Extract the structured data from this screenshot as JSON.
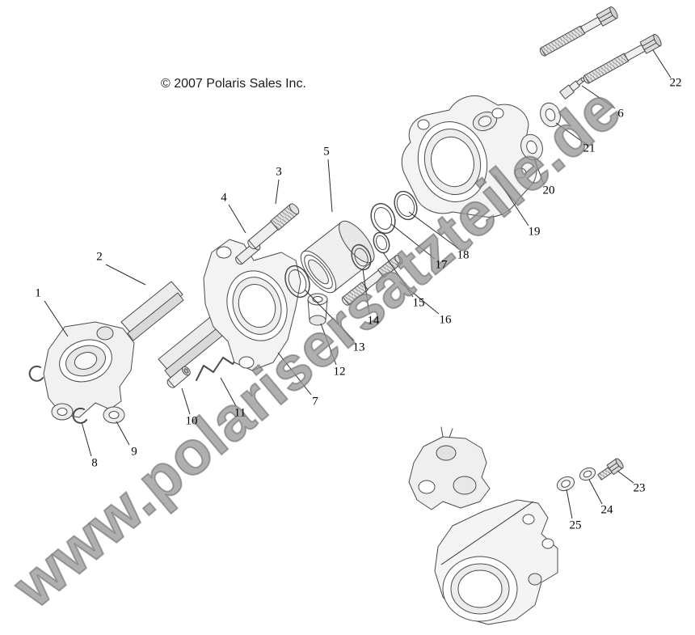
{
  "page": {
    "background": "#ffffff",
    "copyright": "© 2007 Polaris Sales Inc.",
    "watermark": "www.polarisersatzteile.de"
  },
  "diagram": {
    "description": "Polaris rear brake caliper exploded parts diagram with numbered callouts",
    "callouts": [
      {
        "label": "1"
      },
      {
        "label": "2"
      },
      {
        "label": "3"
      },
      {
        "label": "4"
      },
      {
        "label": "5"
      },
      {
        "label": "6"
      },
      {
        "label": "7"
      },
      {
        "label": "8"
      },
      {
        "label": "9"
      },
      {
        "label": "10"
      },
      {
        "label": "11"
      },
      {
        "label": "12"
      },
      {
        "label": "13"
      },
      {
        "label": "14"
      },
      {
        "label": "15"
      },
      {
        "label": "16"
      },
      {
        "label": "17"
      },
      {
        "label": "18"
      },
      {
        "label": "19"
      },
      {
        "label": "20"
      },
      {
        "label": "21"
      },
      {
        "label": "22"
      },
      {
        "label": "23"
      },
      {
        "label": "24"
      },
      {
        "label": "25"
      }
    ]
  },
  "colors": {
    "line": "#4a4a4a",
    "leader": "#2b2b2b",
    "text": "#000000",
    "watermark": "#9b9b9b"
  }
}
